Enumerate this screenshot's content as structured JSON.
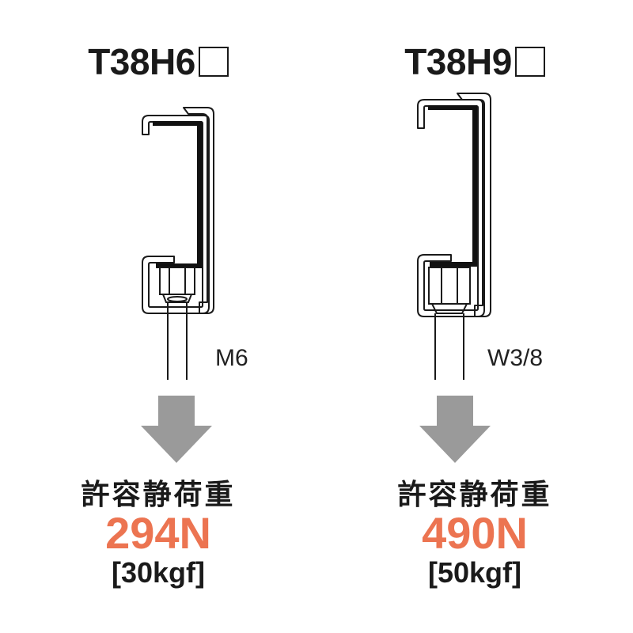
{
  "products": [
    {
      "model": "T38H6",
      "thread": "M6",
      "caption": "許容静荷重",
      "load_n": "294N",
      "load_kgf": "[30kgf]"
    },
    {
      "model": "T38H9",
      "thread": "W3/8",
      "caption": "許容静荷重",
      "load_n": "490N",
      "load_kgf": "[50kgf]"
    }
  ],
  "colors": {
    "load_text": "#ec7451",
    "arrow": "#9a9a9a",
    "outline": "#1a1a1a"
  }
}
